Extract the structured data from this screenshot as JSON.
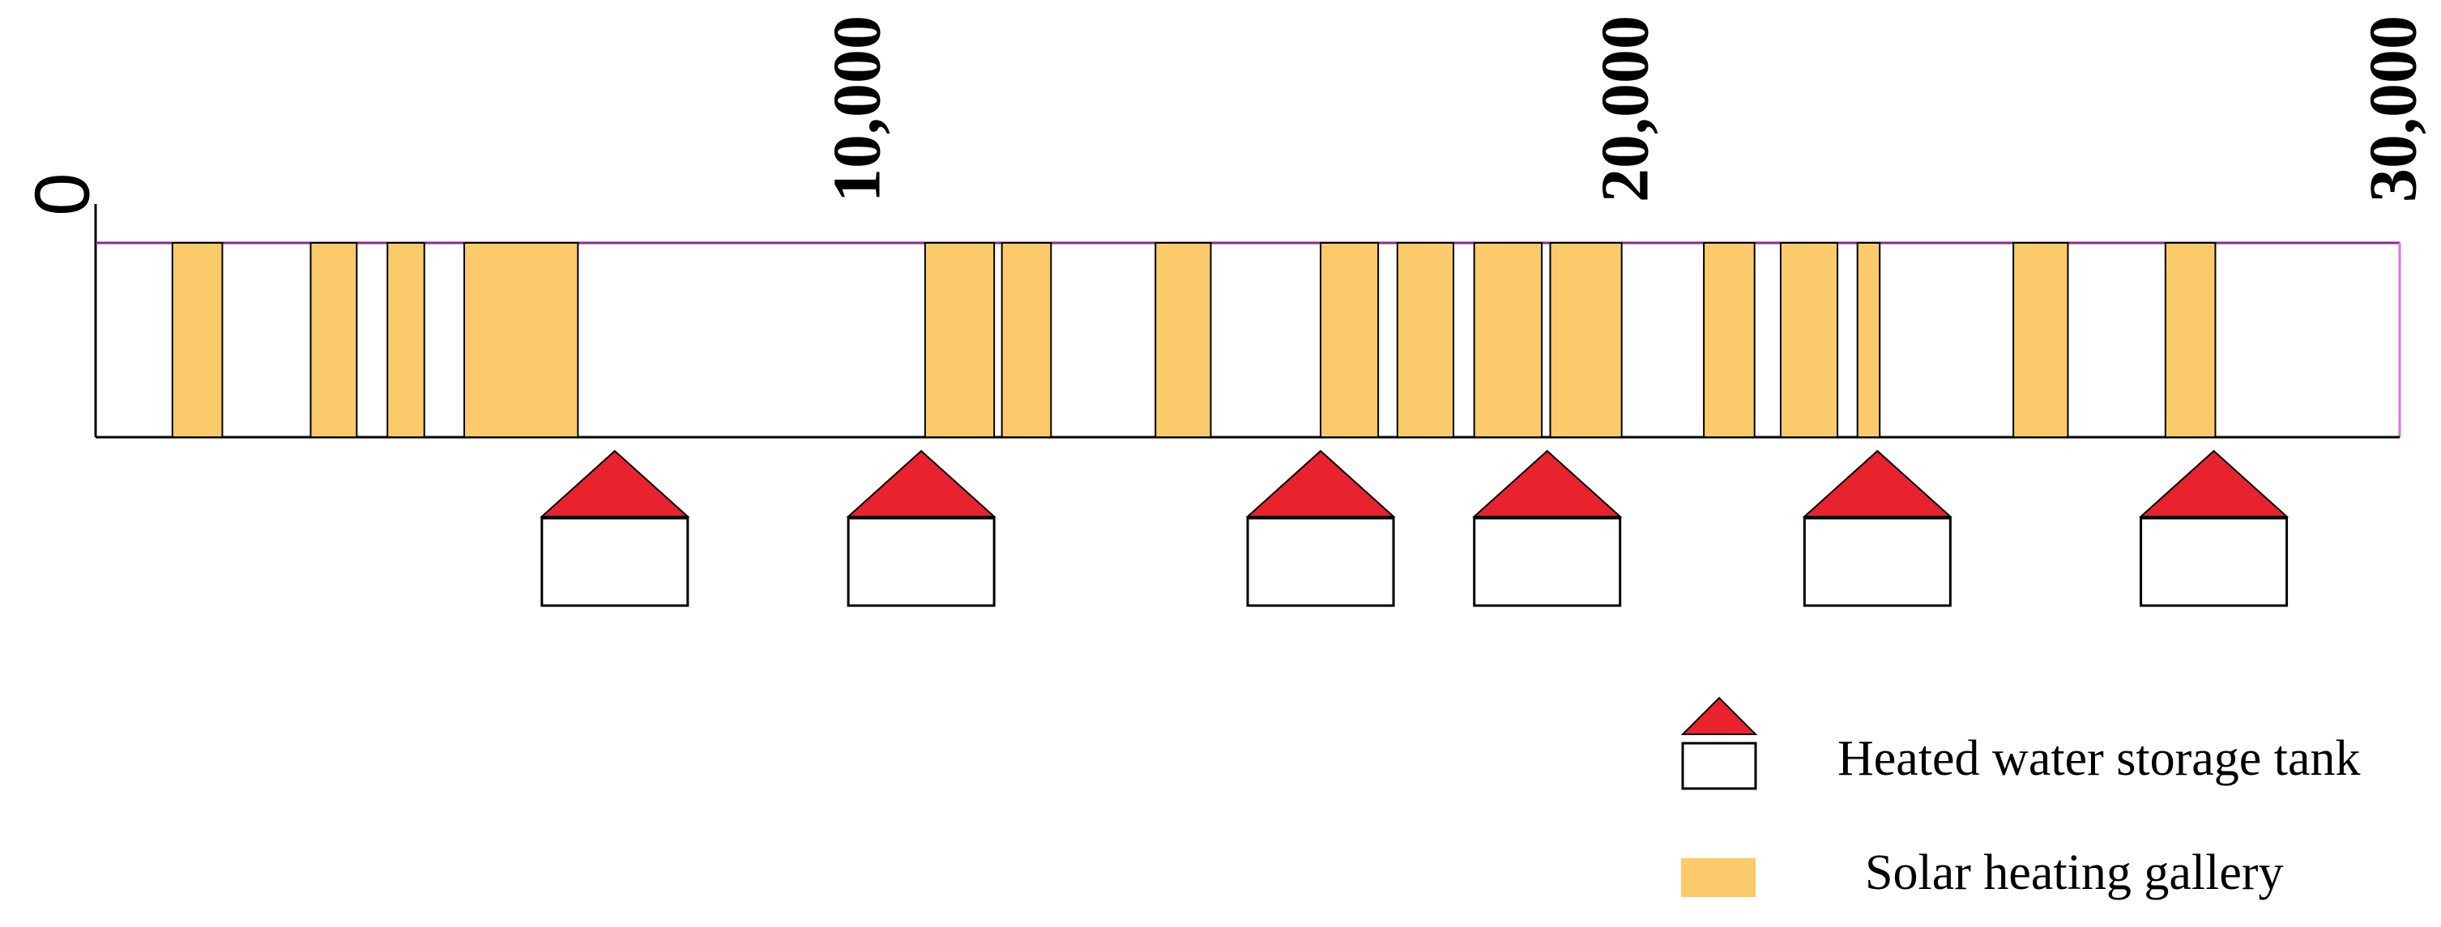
{
  "axis": {
    "min": 0,
    "max": 30000,
    "ticks": [
      {
        "value": 0,
        "label": "0"
      },
      {
        "value": 10000,
        "label": "10,000"
      },
      {
        "value": 20000,
        "label": "20,000"
      },
      {
        "value": 30000,
        "label": "30,000"
      }
    ]
  },
  "colors": {
    "gallery": "#FBCB6B",
    "roof": "#E8232E",
    "frame": "#8a2c8a",
    "outline": "#000000"
  },
  "galleries": [
    [
      1000,
      1650
    ],
    [
      2800,
      3400
    ],
    [
      3800,
      4280
    ],
    [
      4800,
      6280
    ],
    [
      10800,
      11700
    ],
    [
      11800,
      12440
    ],
    [
      13800,
      14520
    ],
    [
      15950,
      16700
    ],
    [
      16950,
      17680
    ],
    [
      17950,
      18830
    ],
    [
      18940,
      19870
    ],
    [
      20940,
      21600
    ],
    [
      21940,
      22680
    ],
    [
      22940,
      23230
    ],
    [
      24970,
      25680
    ],
    [
      26950,
      27600
    ]
  ],
  "tanks": [
    6760,
    10750,
    15950,
    18900,
    23200,
    27580
  ],
  "legend": {
    "tank_label": "Heated water storage tank",
    "gallery_label": "Solar heating gallery"
  }
}
